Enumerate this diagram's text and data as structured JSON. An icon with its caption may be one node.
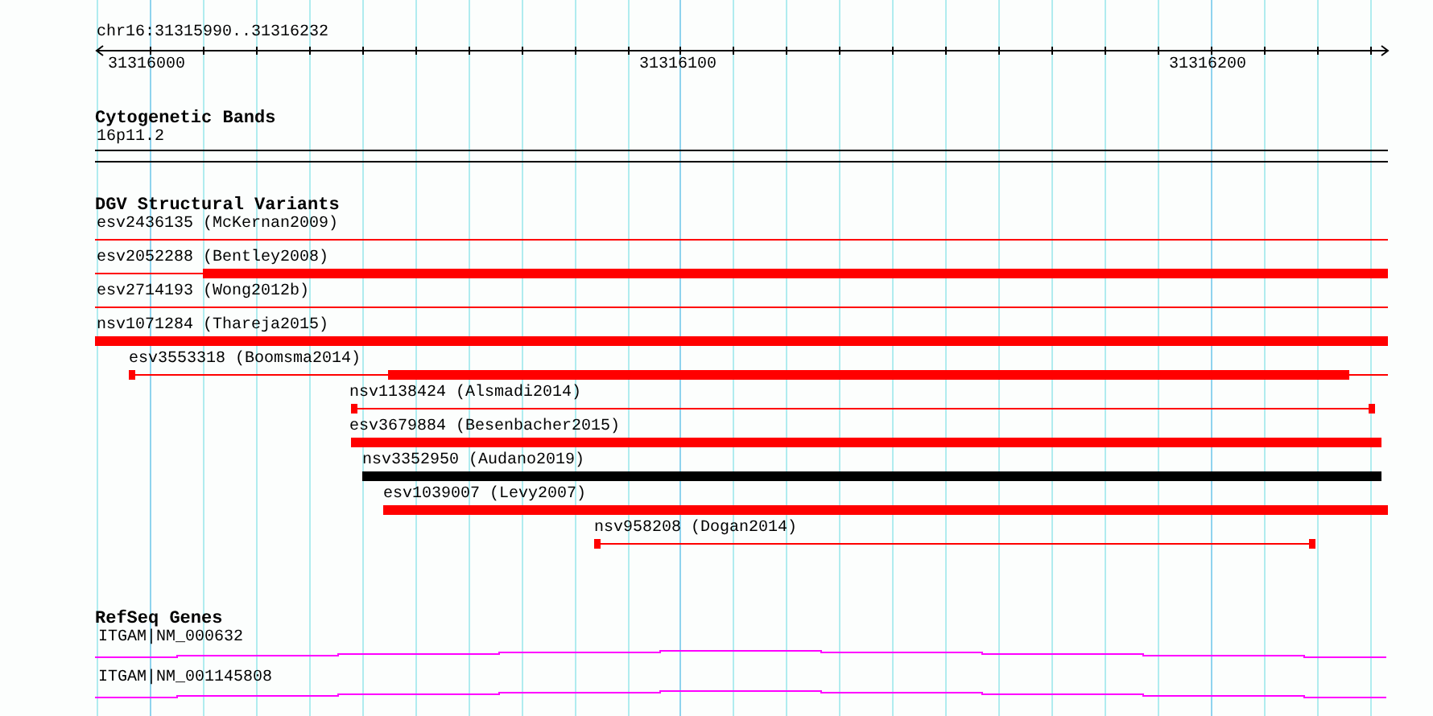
{
  "diagram": {
    "labels": [
      "chr16:31315990..31316232",
      "31316000",
      "31316100",
      "31316200",
      "Cytogenetic Bands",
      "16p11.2",
      "DGV Structural Variants",
      "esv2436135 (McKernan2009)",
      "esv2052288 (Bentley2008)",
      "esv2714193 (Wong2012b)",
      "nsv1071284 (Thareja2015)",
      "esv3553318 (Boomsma2014)",
      "nsv1138424 (Alsmadi2014)",
      "esv3679884 (Besenbacher2015)",
      "nsv3352950 (Audano2019)",
      "esv1039007 (Levy2007)",
      "nsv958208 (Dogan2014)",
      "RefSeq Genes",
      "ITGAM|NM_000632",
      "ITGAM|NM_001145808"
    ]
  }
}
